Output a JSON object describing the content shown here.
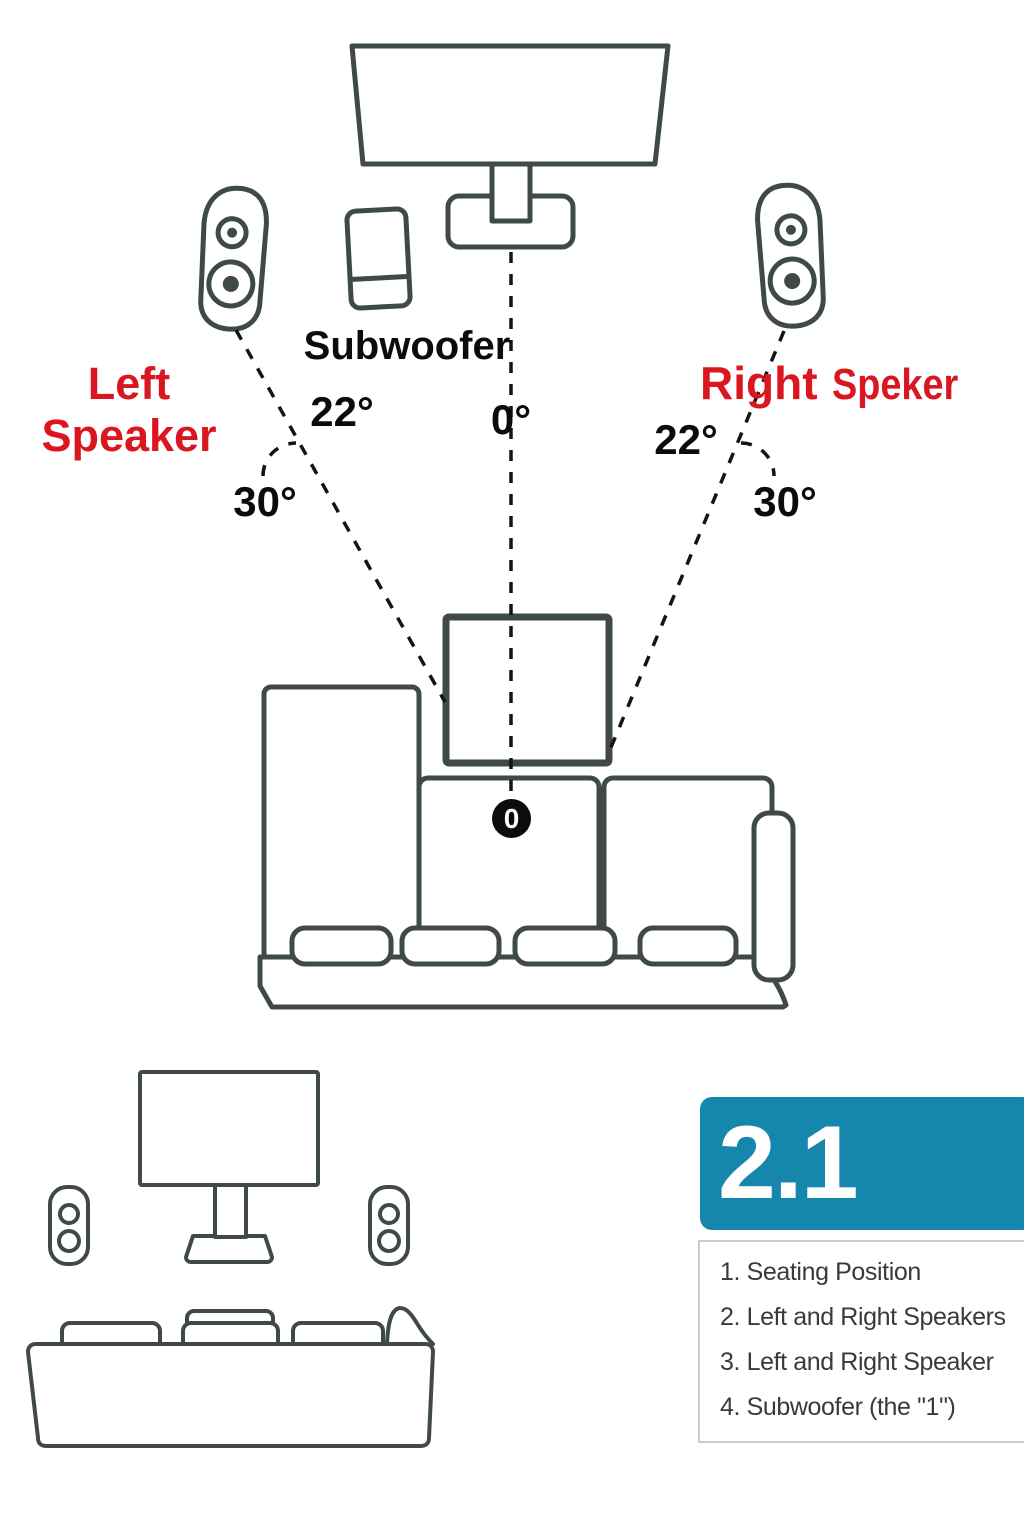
{
  "colors": {
    "line": "#3f4a45",
    "dashed_line": "#141414",
    "accent_red": "#da1720",
    "teal": "#1587ac",
    "badge_black": "#0c0c0c"
  },
  "top_diagram": {
    "left_speaker_label": {
      "line1": "Left",
      "line2": "Speaker"
    },
    "subwoofer_label": "Subwoofer",
    "right_speaker_label": {
      "word1": "Right",
      "word2": "Speker"
    },
    "angles": {
      "left_22": "22°",
      "center_0": "0°",
      "right_22": "22°",
      "left_30": "30°",
      "right_30": "30°"
    },
    "seat_marker": "0"
  },
  "bottom_panel": {
    "system_type": "2.1",
    "legend_items": [
      "1. Seating Position",
      "2. Left and Right Speakers",
      "3. Left and Right Speaker",
      "4. Subwoofer (the \"1\")"
    ]
  }
}
